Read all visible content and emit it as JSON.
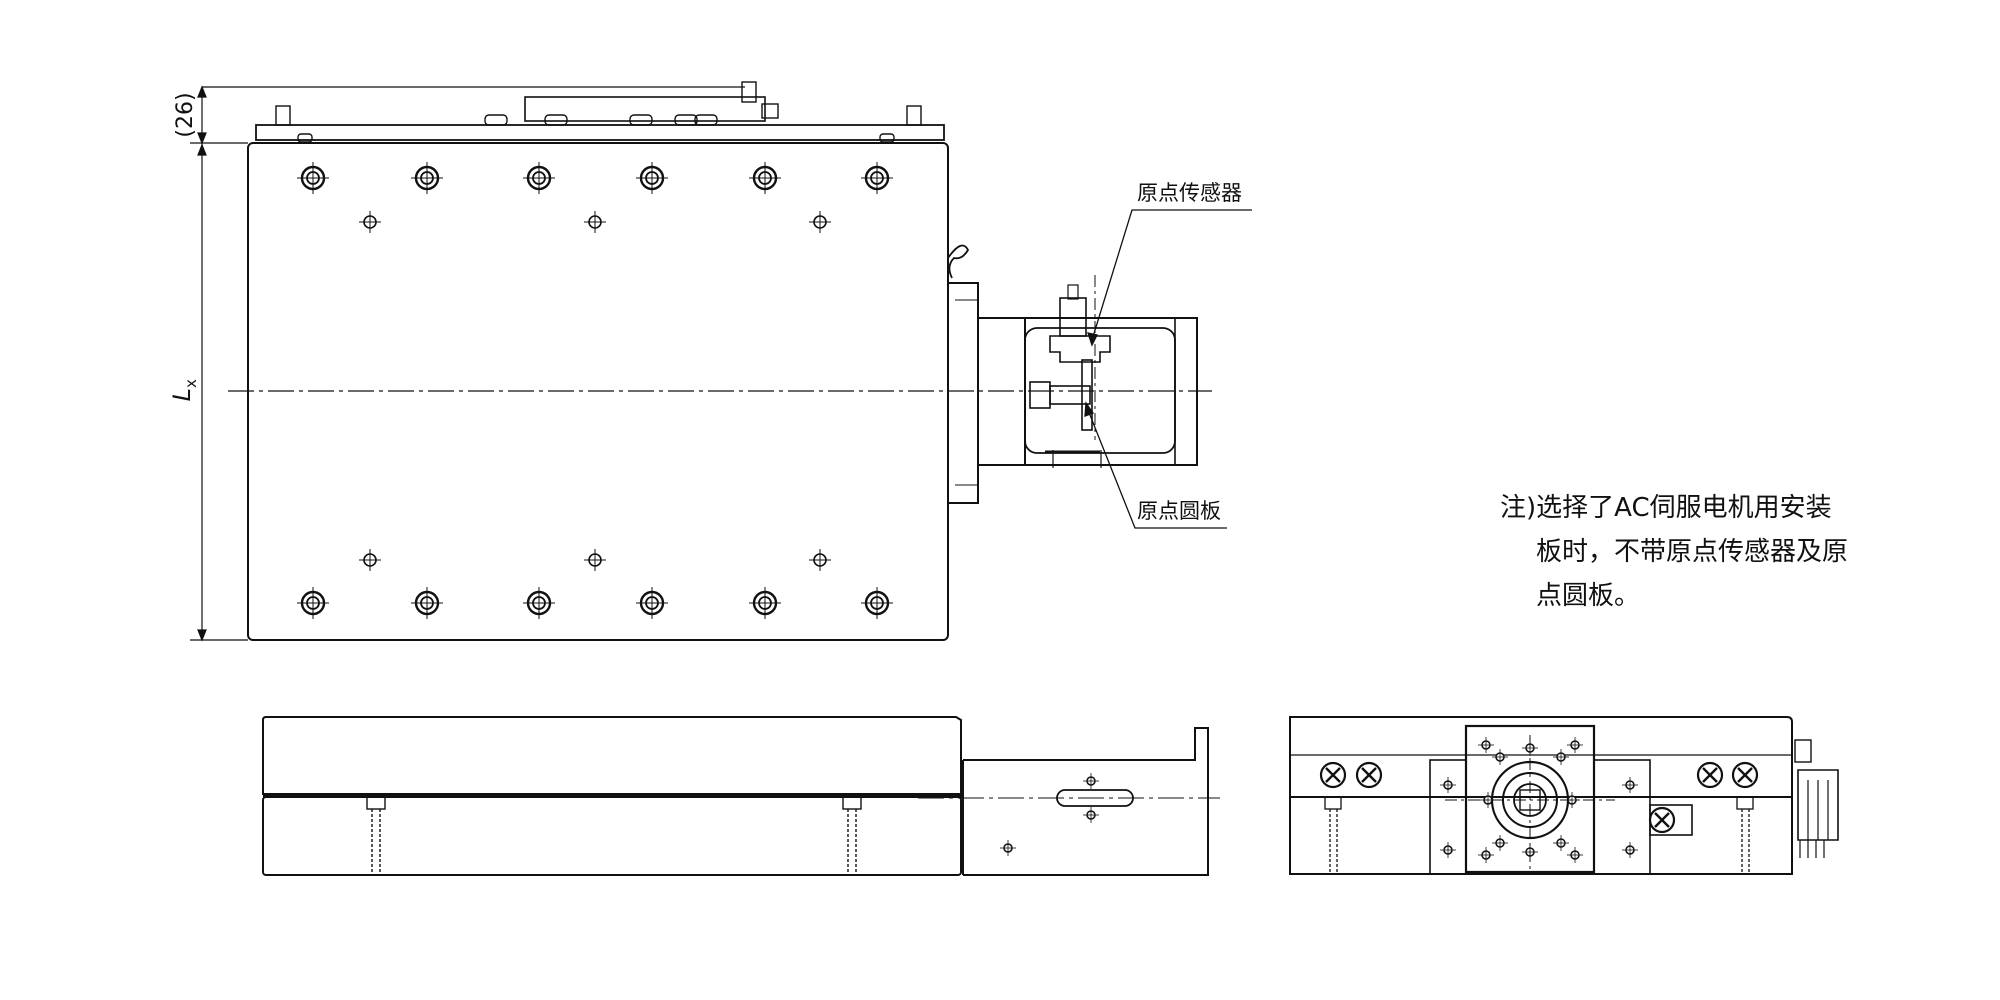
{
  "dimensions": {
    "height_offset": "(26)",
    "length_label_main": "L",
    "length_label_sub": "x"
  },
  "callouts": {
    "origin_sensor": "原点传感器",
    "origin_disc": "原点圆板"
  },
  "note": {
    "line1": "注)选择了AC伺服电机用安装",
    "line2": "板时，不带原点传感器及原",
    "line3": "点圆板。"
  },
  "colors": {
    "line": "#1a1a1a",
    "background": "#ffffff"
  }
}
